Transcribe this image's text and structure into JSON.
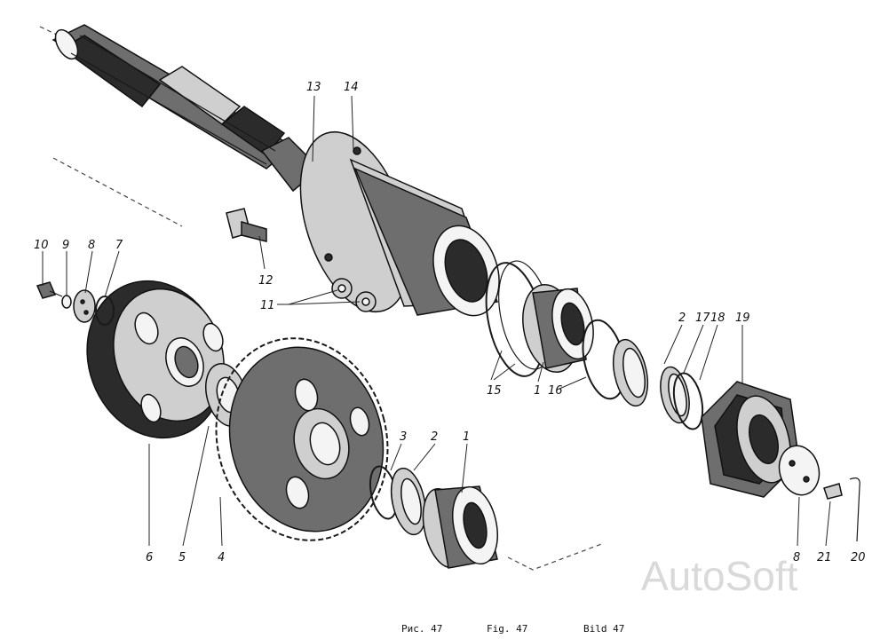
{
  "callouts": {
    "n1a": "1",
    "n1b": "1",
    "n2a": "2",
    "n2b": "2",
    "n3": "3",
    "n4": "4",
    "n5": "5",
    "n6": "6",
    "n7": "7",
    "n8a": "8",
    "n8b": "8",
    "n9": "9",
    "n10": "10",
    "n11": "11",
    "n12": "12",
    "n13": "13",
    "n14": "14",
    "n15": "15",
    "n16": "16",
    "n17": "17",
    "n18": "18",
    "n19": "19",
    "n20": "20",
    "n21": "21"
  },
  "caption": {
    "ru": "Рис. 47",
    "en": "Fig. 47",
    "de": "Bild 47"
  },
  "watermark": "AutoSoft"
}
